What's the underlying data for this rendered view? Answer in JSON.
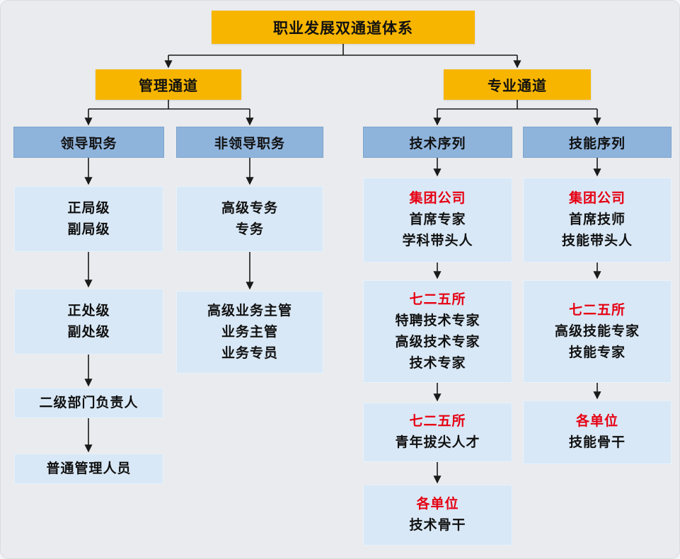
{
  "diagram": {
    "title": "职业发展双通道体系",
    "management_channel": "管理通道",
    "professional_channel": "专业通道",
    "leadership": {
      "header": "领导职务",
      "nodes": [
        {
          "lines": [
            "正局级",
            "副局级"
          ]
        },
        {
          "lines": [
            "正处级",
            "副处级"
          ]
        },
        {
          "lines": [
            "二级部门负责人"
          ]
        },
        {
          "lines": [
            "普通管理人员"
          ]
        }
      ]
    },
    "non_leadership": {
      "header": "非领导职务",
      "nodes": [
        {
          "lines": [
            "高级专务",
            "专务"
          ]
        },
        {
          "lines": [
            "高级业务主管",
            "业务主管",
            "业务专员"
          ]
        }
      ]
    },
    "technical": {
      "header": "技术序列",
      "nodes": [
        {
          "org": "集团公司",
          "lines": [
            "首席专家",
            "学科带头人"
          ]
        },
        {
          "org": "七二五所",
          "lines": [
            "特聘技术专家",
            "高级技术专家",
            "技术专家"
          ]
        },
        {
          "org": "七二五所",
          "lines": [
            "青年拔尖人才"
          ]
        },
        {
          "org": "各单位",
          "lines": [
            "技术骨干"
          ]
        }
      ]
    },
    "skill": {
      "header": "技能序列",
      "nodes": [
        {
          "org": "集团公司",
          "lines": [
            "首席技师",
            "技能带头人"
          ]
        },
        {
          "org": "七二五所",
          "lines": [
            "高级技能专家",
            "技能专家"
          ]
        },
        {
          "org": "各单位",
          "lines": [
            "技能骨干"
          ]
        }
      ]
    },
    "colors": {
      "gold": "#f7b500",
      "header_blue": "#8fb4dc",
      "light_blue": "#d9e8f6",
      "highlight_red": "#e60012",
      "background": "#e9ebee",
      "line_black": "#1a1a1a"
    }
  }
}
